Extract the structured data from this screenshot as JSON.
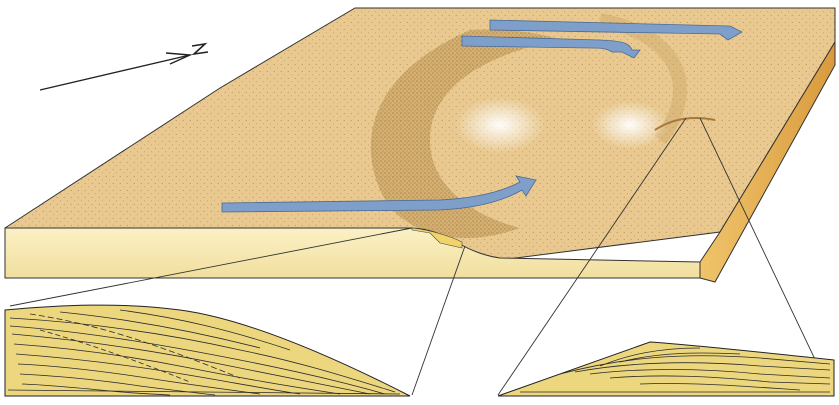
{
  "diagram": {
    "north_arrow": {
      "label": "N"
    },
    "colors": {
      "sand": "#e9c98f",
      "sand_dark": "#c79b5a",
      "slab_front": "#f7ebb8",
      "slab_side": "#e3ae55",
      "wind_arrow": "#7e9fc9",
      "section_fill": "#ecd67e",
      "linework": "#222222"
    },
    "parts": [
      "block-top-surface",
      "dune-ridge",
      "wind-arrows",
      "block-front-face",
      "block-right-face",
      "left-cross-section",
      "right-cross-section",
      "callout-lines"
    ]
  }
}
